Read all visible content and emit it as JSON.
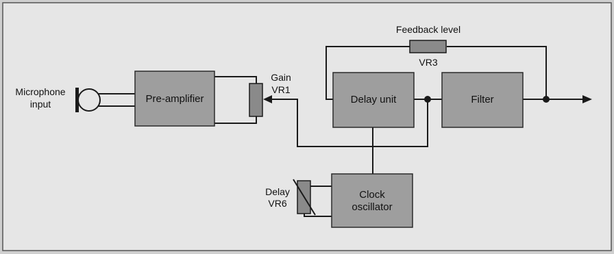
{
  "labels": {
    "microphone_line1": "Microphone",
    "microphone_line2": "input",
    "gain": "Gain",
    "vr1": "VR1",
    "feedback_level": "Feedback level",
    "vr3": "VR3",
    "delay": "Delay",
    "vr6": "VR6"
  },
  "blocks": {
    "preamplifier": "Pre-amplifier",
    "delay_unit": "Delay unit",
    "filter": "Filter",
    "clock_line1": "Clock",
    "clock_line2": "oscillator"
  },
  "colors": {
    "background": "#e6e6e6",
    "block_fill": "#9e9e9e",
    "block_stroke": "#2a2a2a",
    "pot_fill": "#8a8a8a",
    "line": "#1a1a1a"
  }
}
